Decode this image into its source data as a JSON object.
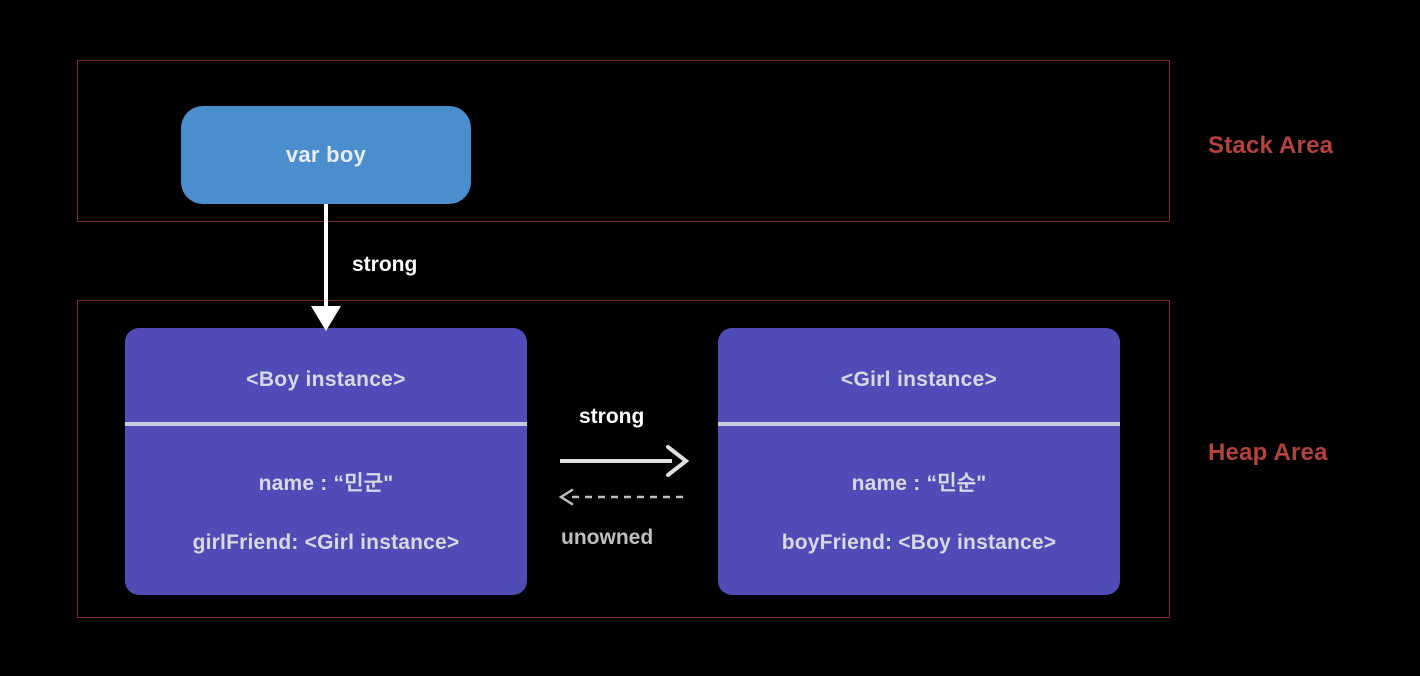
{
  "diagram": {
    "title": "Swift ARC strong / unowned reference diagram",
    "background_color": "#000000"
  },
  "areas": [
    {
      "id": "stack",
      "label": "Stack Area",
      "border_color": "#7a2b28",
      "label_color": "#b5423c"
    },
    {
      "id": "heap",
      "label": "Heap Area",
      "border_color": "#7a2b28",
      "label_color": "#b5423c"
    }
  ],
  "stack": {
    "variable_box": {
      "label": "var boy",
      "fill_color": "#4a8ecd",
      "text_color": "#e9ecef"
    }
  },
  "heap": {
    "instances": [
      {
        "id": "boy",
        "title": "<Boy instance>",
        "fill_color": "#4f4cb8",
        "text_color": "#d6d9e0",
        "properties": [
          "name : “민군\"",
          "girlFriend: <Girl instance>"
        ]
      },
      {
        "id": "girl",
        "title": "<Girl instance>",
        "fill_color": "#4f4cb8",
        "text_color": "#d6d9e0",
        "properties": [
          "name : “민순\"",
          "boyFriend: <Boy instance>"
        ]
      }
    ]
  },
  "edges": [
    {
      "id": "var-boy-to-boy-instance",
      "label": "strong",
      "style": "solid",
      "direction": "down",
      "color": "#ffffff",
      "label_color": "#ffffff"
    },
    {
      "id": "boy-to-girl",
      "label": "strong",
      "style": "solid",
      "direction": "right",
      "color": "#e0e0e0",
      "label_color": "#ffffff"
    },
    {
      "id": "girl-to-boy",
      "label": "unowned",
      "style": "dashed",
      "direction": "left",
      "color": "#bfbfbf",
      "label_color": "#bfbfbf"
    }
  ]
}
